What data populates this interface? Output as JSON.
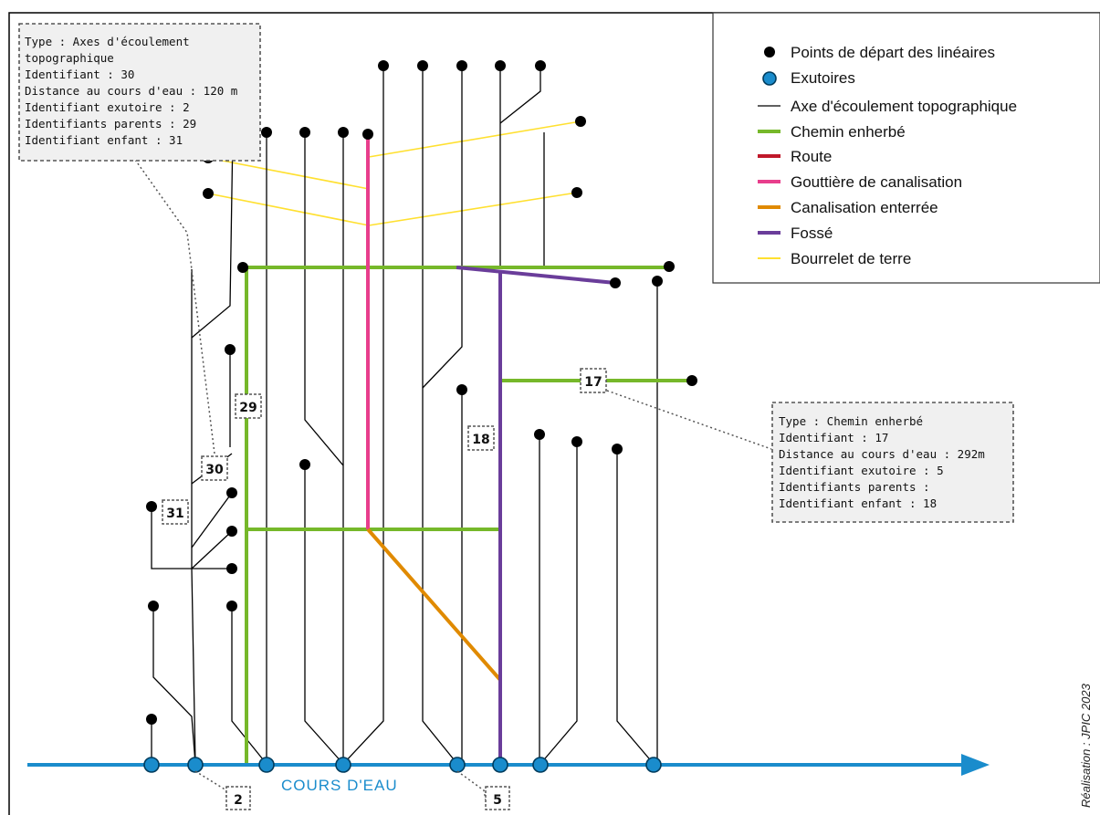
{
  "legend": {
    "items": [
      {
        "label": "Points de départ des linéaires",
        "symbol": "black-dot"
      },
      {
        "label": "Exutoires",
        "symbol": "blue-dot"
      },
      {
        "label": "Axe d'écoulement topographique",
        "color": "#000000"
      },
      {
        "label": "Chemin enherbé",
        "color": "#76b82a"
      },
      {
        "label": "Route",
        "color": "#c0182a"
      },
      {
        "label": "Gouttière de canalisation",
        "color": "#e83e8c"
      },
      {
        "label": "Canalisation enterrée",
        "color": "#e08a00"
      },
      {
        "label": "Fossé",
        "color": "#6a3d9a"
      },
      {
        "label": "Bourrelet de terre",
        "color": "#ffe030"
      }
    ]
  },
  "info_boxes": {
    "axis30": {
      "lines": [
        "Type : Axes d'écoulement",
        "topographique",
        "Identifiant : 30",
        "Distance au cours d'eau : 120 m",
        "Identifiant exutoire : 2",
        "Identifiants parents : 29",
        "Identifiant enfant : 31"
      ]
    },
    "chemin17": {
      "lines": [
        "Type : Chemin enherbé",
        "Identifiant : 17",
        "Distance au cours d'eau : 292m",
        "Identifiant exutoire : 5",
        "Identifiants parents :",
        "Identifiant enfant : 18"
      ]
    }
  },
  "tags": {
    "t29": "29",
    "t30": "30",
    "t31": "31",
    "t18": "18",
    "t17": "17",
    "t2": "2",
    "t5": "5"
  },
  "river_label": "COURS D'EAU",
  "credit": "Réalisation : JPIC 2023",
  "colors": {
    "river": "#1a8ccc",
    "chemin_enherbe": "#76b82a",
    "fosse": "#6a3d9a",
    "gouttiere": "#e83e8c",
    "canalisation": "#e08a00",
    "bourrelet": "#ffe030",
    "route": "#c0182a"
  }
}
